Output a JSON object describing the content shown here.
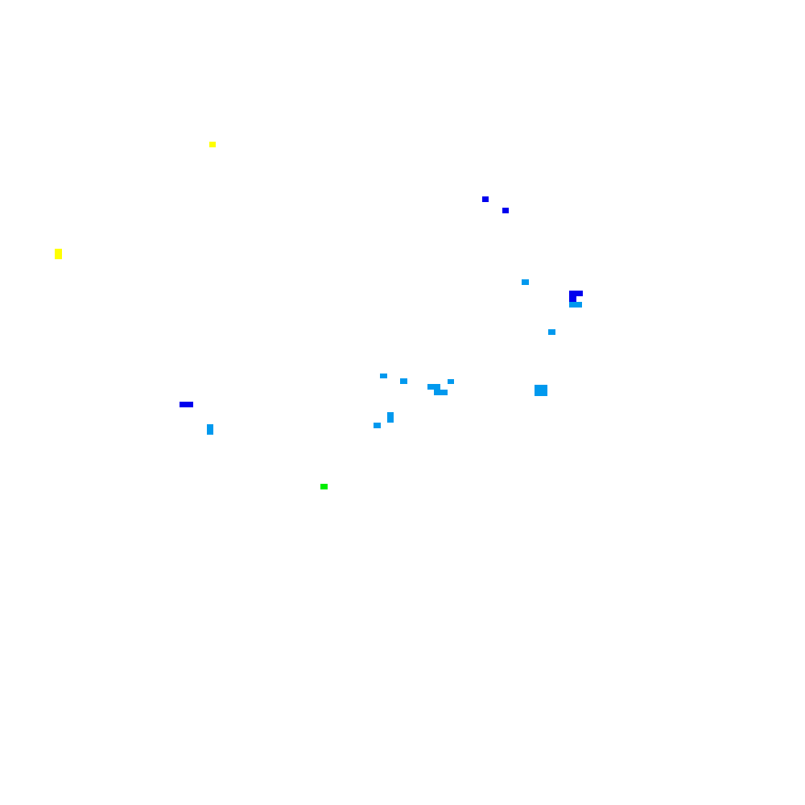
{
  "colors": {
    "background": "#ffffff",
    "yellow": "#ffff00",
    "blue": "#0000ee",
    "light_blue": "#0099ee",
    "green": "#00ee00"
  },
  "marks": [
    {
      "category": "yellow"
    },
    {
      "category": "yellow"
    },
    {
      "category": "blue"
    },
    {
      "category": "blue"
    },
    {
      "category": "light_blue"
    },
    {
      "category": "blue"
    },
    {
      "category": "blue"
    },
    {
      "category": "light_blue"
    },
    {
      "category": "light_blue"
    },
    {
      "category": "light_blue"
    },
    {
      "category": "light_blue"
    },
    {
      "category": "light_blue"
    },
    {
      "category": "light_blue"
    },
    {
      "category": "light_blue"
    },
    {
      "category": "light_blue"
    },
    {
      "category": "blue"
    },
    {
      "category": "light_blue"
    },
    {
      "category": "light_blue"
    },
    {
      "category": "light_blue"
    },
    {
      "category": "green"
    }
  ]
}
